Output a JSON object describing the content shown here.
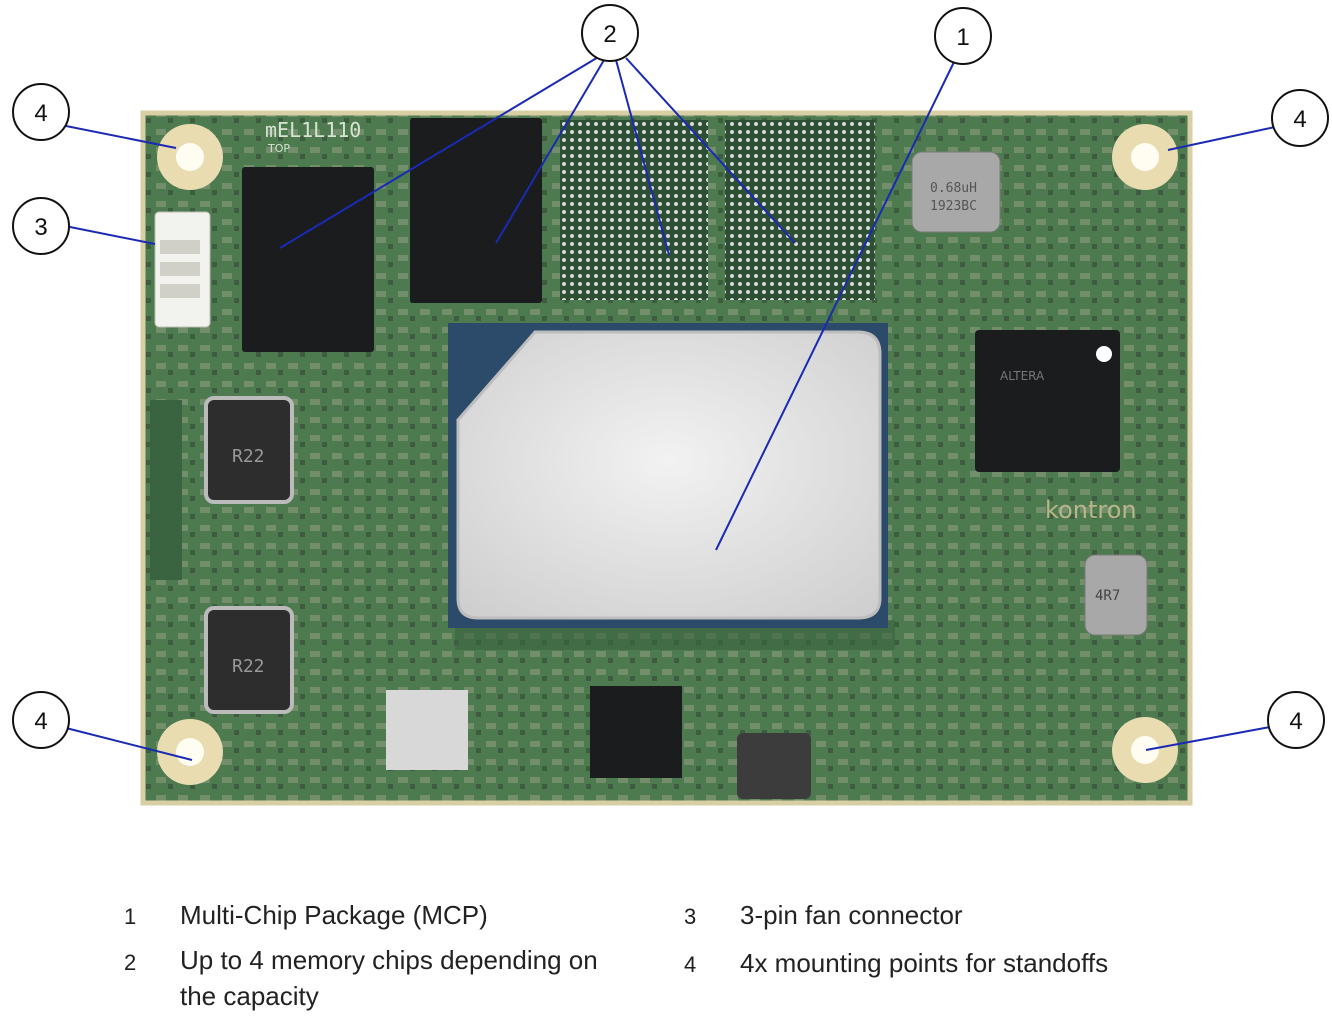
{
  "board": {
    "silkscreen": "mEL1L110",
    "silkscreen_sub": "TOP",
    "brand_logo": "kontron",
    "inductor_mark": "R22",
    "callout_inductor_top": "0.68uH",
    "callout_inductor_top_code": "1923BC",
    "right_inductor_mark": "4R7",
    "fpga_text": "ALTERA",
    "colors": {
      "pcb": "#4d7b4f",
      "pcb_dark": "#2f5a35",
      "pad": "#e8dcb0",
      "chip": "#1a1c1d",
      "mcp": "#dedede",
      "line": "#1b2ab5"
    }
  },
  "callouts": [
    {
      "id": "c1",
      "label": "1"
    },
    {
      "id": "c2",
      "label": "2"
    },
    {
      "id": "c3",
      "label": "3"
    },
    {
      "id": "c4a",
      "label": "4"
    },
    {
      "id": "c4b",
      "label": "4"
    },
    {
      "id": "c4c",
      "label": "4"
    },
    {
      "id": "c4d",
      "label": "4"
    }
  ],
  "legend": [
    {
      "num": "1",
      "text": "Multi-Chip Package (MCP)"
    },
    {
      "num": "2",
      "text_line1": "Up to 4 memory chips depending on",
      "text_line2": "the capacity"
    },
    {
      "num": "3",
      "text": "3-pin fan connector"
    },
    {
      "num": "4",
      "text": "4x mounting points for standoffs"
    }
  ]
}
